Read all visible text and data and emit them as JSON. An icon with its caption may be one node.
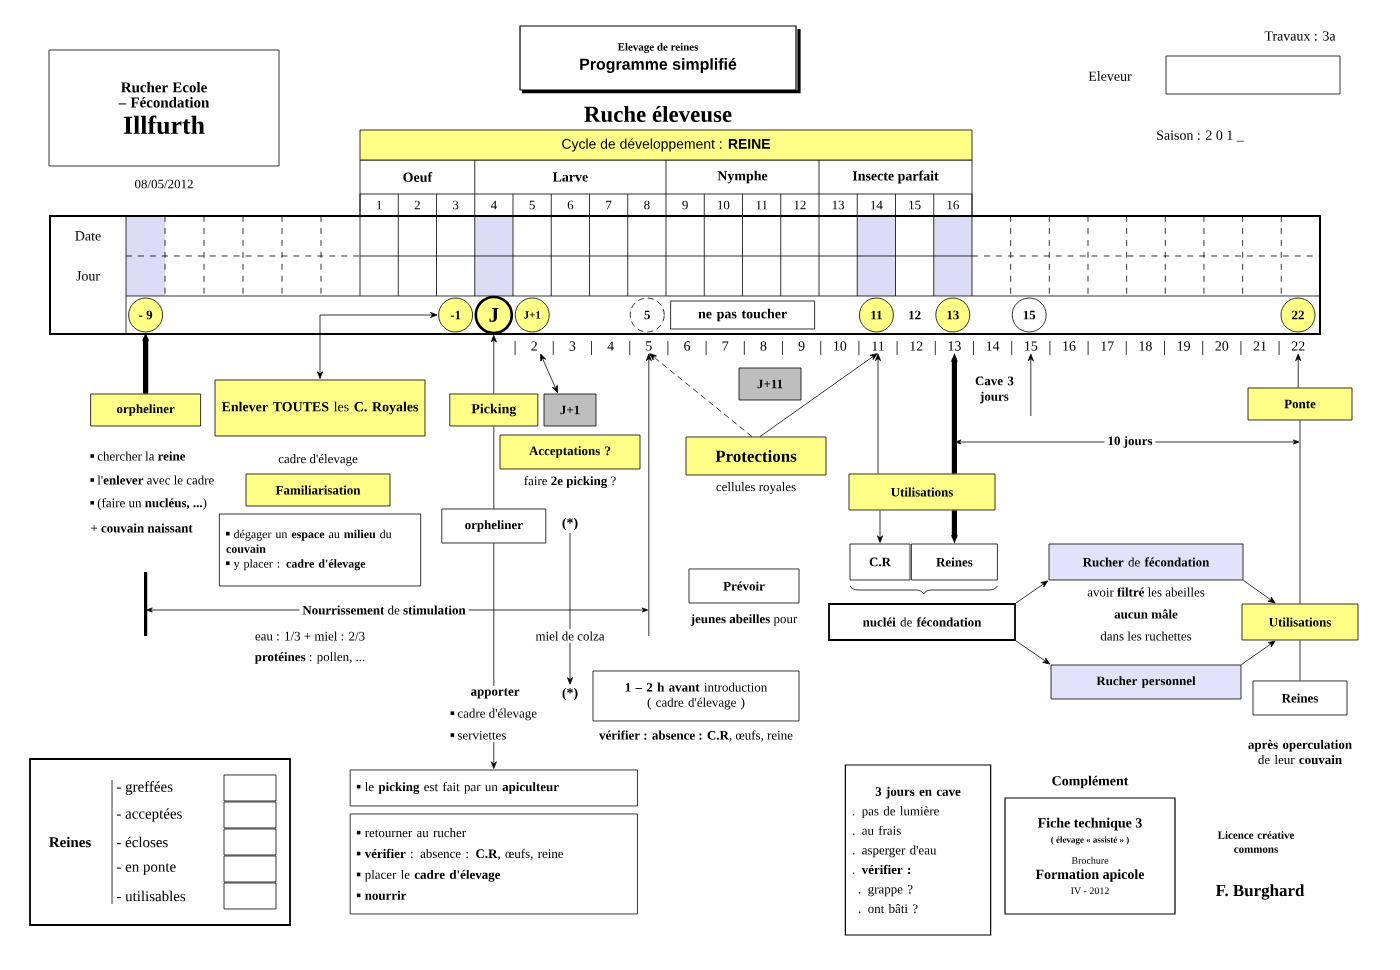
{
  "diagram": {
    "title": "Ruche éleveuse",
    "nodes": [
      {
        "text": [
          "Rucher Ecole – Fécondation",
          "Illfurth"
        ],
        "beside": [
          "08/05/2012"
        ]
      },
      {
        "text": [
          "Elevage de reines",
          "Programme simplifié"
        ]
      },
      {
        "text": [
          "- 9"
        ]
      },
      {
        "text": [
          "-1"
        ]
      },
      {
        "text": [
          "J"
        ]
      },
      {
        "text": [
          "J+1"
        ]
      },
      {
        "text": [
          "5"
        ]
      },
      {
        "text": [
          "ne pas toucher"
        ]
      },
      {
        "text": [
          "11"
        ]
      },
      {
        "text": [
          "13"
        ]
      },
      {
        "text": [
          "15"
        ]
      },
      {
        "text": [
          "22"
        ]
      },
      {
        "text": [
          "2"
        ]
      },
      {
        "text": [
          "5"
        ]
      },
      {
        "text": [
          "11"
        ]
      },
      {
        "text": [
          "13"
        ]
      },
      {
        "text": [
          "15"
        ]
      },
      {
        "text": [
          "22"
        ]
      },
      {
        "text": [
          "orpheliner"
        ],
        "beside": [
          "chercher la **reine**",
          "l'**enlever** avec le cadre",
          "(faire un **nucléus, ...**)",
          "+ **couvain naissant**"
        ]
      },
      {
        "text": [
          "**Enlever TOUTES** les **C. Royales**"
        ]
      },
      {
        "text": [
          "Picking"
        ]
      },
      {
        "text": [
          "J+1"
        ]
      },
      {
        "text": [
          "Acceptations ?"
        ],
        "beside": [
          "faire **2e picking** ?"
        ]
      },
      {
        "text": [
          "J+11"
        ]
      },
      {
        "text": [
          "Protections"
        ],
        "beside": [
          "cellules royales"
        ]
      },
      {
        "text": [
          "Utilisations"
        ]
      },
      {
        "text": [
          "Ponte"
        ]
      },
      {
        "text": [
          "Familiarisation"
        ],
        "beside": [
          "cadre d'élevage"
        ]
      },
      {
        "text": [
          "dégager un **espace** au **milieu** du **couvain**",
          "y placer : **cadre d'élevage**"
        ]
      },
      {
        "text": [
          "orpheliner"
        ]
      },
      {
        "text": [
          "(*)"
        ]
      },
      {
        "text": [
          "C.R"
        ]
      },
      {
        "text": [
          "Reines"
        ]
      },
      {
        "text": [
          "Prévoir"
        ],
        "beside": [
          "**jeunes abeilles** pour"
        ]
      },
      {
        "text": [
          "**nucléi** de **fécondation**"
        ]
      },
      {
        "text": [
          "**Rucher** de **fécondation**"
        ],
        "beside": [
          "avoir **filtré** les abeilles",
          "**aucun mâle**",
          "dans les ruchettes"
        ]
      },
      {
        "text": [
          "Utilisations"
        ]
      },
      {
        "text": [
          "miel de colza"
        ]
      },
      {
        "text": [
          "apporter",
          "cadre d'élevage",
          "serviettes"
        ]
      },
      {
        "text": [
          "(*)"
        ]
      },
      {
        "text": [
          "**1 – 2 h avant** introduction ( cadre d'élevage )"
        ],
        "beside": [
          "**vérifier : absence : C.R**, œufs, reine"
        ]
      },
      {
        "text": [
          "Rucher personnel"
        ]
      },
      {
        "text": [
          "Reines"
        ],
        "beside": [
          "**après operculation** de leur **couvain**"
        ]
      },
      {
        "text": [
          "le **picking** est fait par un **apiculteur**"
        ]
      },
      {
        "text": [
          "retourner au rucher",
          "**vérifier** : absence : **C.R**, œufs, reine",
          "placer le **cadre d'élevage**",
          "**nourrir**"
        ]
      },
      {
        "text": [
          "Reines",
          "- greffées",
          "- acceptées",
          "- écloses",
          "- en ponte",
          "- utilisables"
        ]
      },
      {
        "text": [
          "3 jours en cave",
          ". pas de lumière",
          ". au frais",
          ". asperger d'eau",
          ". **vérifier :**",
          ". grappe ?",
          ". ont bâti ?"
        ]
      },
      {
        "text": [
          "Complément",
          "Fiche technique 3",
          "( élevage « assisté » )",
          "Brochure",
          "Formation apicole",
          "IV - 2012"
        ]
      }
    ],
    "edges": [
      {
        "from": 18,
        "to": 2,
        "arrow": "to",
        "style": "thick"
      },
      {
        "from": 19,
        "to": 3,
        "arrow": "both"
      },
      {
        "from": 20,
        "to": 4,
        "arrow": "to"
      },
      {
        "from": 21,
        "to": 12,
        "arrow": "both"
      },
      {
        "from": 24,
        "to": 13,
        "arrow": "to",
        "style": "dashed"
      },
      {
        "from": 24,
        "to": 14,
        "arrow": "to"
      },
      {
        "from": 20,
        "to": 29,
        "arrow": "none"
      },
      {
        "from": 29,
        "to": 38,
        "arrow": "none"
      },
      {
        "from": 38,
        "to": 43,
        "arrow": "to"
      },
      {
        "from": 30,
        "to": 37,
        "arrow": "none"
      },
      {
        "from": 37,
        "to": 39,
        "arrow": "to"
      },
      {
        "from": null,
        "to": 13,
        "arrow": "to"
      },
      {
        "from": 25,
        "to": 14,
        "arrow": "to"
      },
      {
        "from": 25,
        "to": 15,
        "arrow": "to",
        "style": "thick"
      },
      {
        "from": 25,
        "to": 31,
        "arrow": "to"
      },
      {
        "from": 25,
        "to": 32,
        "arrow": "to",
        "style": "thick"
      },
      {
        "from": null,
        "to": 16,
        "arrow": "to"
      },
      {
        "from": 26,
        "to": 17,
        "arrow": "to"
      },
      {
        "from": 34,
        "to": 35,
        "arrow": "to"
      },
      {
        "from": 34,
        "to": 41,
        "arrow": "to"
      },
      {
        "from": 35,
        "to": 36,
        "arrow": "to"
      },
      {
        "from": 41,
        "to": 36,
        "arrow": "to"
      },
      {
        "from": 36,
        "to": 26,
        "arrow": "none"
      },
      {
        "from": 36,
        "to": 42,
        "arrow": "none"
      }
    ],
    "labels": [
      "Travaux : 3a",
      "Eleveur",
      "Saison : 2 0 1 _",
      "Cycle de développement : **REINE**",
      "Oeuf",
      "Larve",
      "Nymphe",
      "Insecte parfait",
      "1",
      "2",
      "3",
      "4",
      "5",
      "6",
      "7",
      "8",
      "9",
      "10",
      "11",
      "12",
      "13",
      "14",
      "15",
      "16",
      "Date",
      "Jour",
      "12",
      "3",
      "4",
      "6",
      "7",
      "8",
      "9",
      "10",
      "12",
      "14",
      "16",
      "17",
      "18",
      "19",
      "20",
      "21",
      "Cave 3 jours",
      "10 jours",
      "**Nourrissement** de **stimulation**",
      "eau : 1/3 + miel : 2/3",
      "**protéines** : pollen, ...",
      "Licence créative commons",
      "F. Burghard"
    ]
  }
}
